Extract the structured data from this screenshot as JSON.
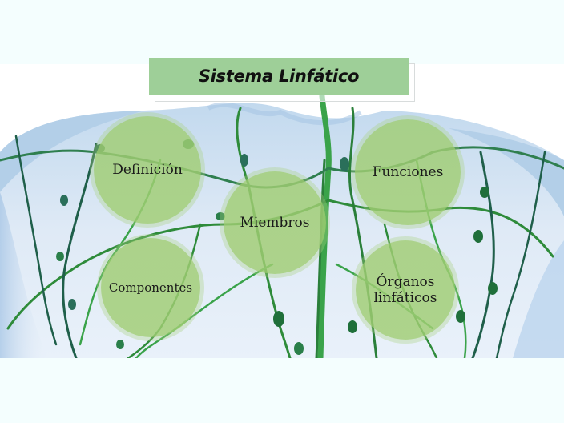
{
  "slide": {
    "title": "Sistema Linfático",
    "background_image": "torso-lymphatic-system-illustration",
    "colors": {
      "page_bg": "#f4fefe",
      "title_banner": "#9ecf98",
      "bubble_fill": "#a0cd73",
      "vessel_green": "#2e8b3a",
      "vessel_dark": "#1f5f4a",
      "torso_blue": "#b9d3ea"
    },
    "topics": [
      {
        "id": "definicion",
        "label": "Definición"
      },
      {
        "id": "funciones",
        "label": "Funciones"
      },
      {
        "id": "miembros",
        "label": "Miembros"
      },
      {
        "id": "componentes",
        "label": "Componentes"
      },
      {
        "id": "organos",
        "label_line1": "Órganos",
        "label_line2": "linfáticos"
      }
    ]
  }
}
